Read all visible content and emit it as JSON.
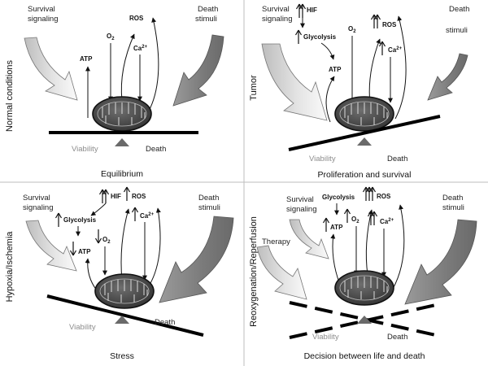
{
  "panels": [
    {
      "id": "normal",
      "side_label": "Normal conditions",
      "caption": "Equilibrium",
      "survival": [
        "Survival",
        "signaling"
      ],
      "death_stimuli": [
        "Death",
        "stimuli"
      ],
      "labels": {
        "atp": "ATP",
        "o2": "O",
        "o2_sub": "2",
        "ca": "Ca",
        "ca_sup": "2+",
        "ros": "ROS"
      },
      "viability": "Viability",
      "death": "Death"
    },
    {
      "id": "tumor",
      "side_label": "Tumor",
      "caption": "Proliferation and survival",
      "survival": [
        "Survival",
        "signaling"
      ],
      "death_stimuli": [
        "Death",
        "stimuli"
      ],
      "labels": {
        "hif": "HIF",
        "glycolysis": "Glycolysis",
        "atp": "ATP",
        "o2": "O",
        "o2_sub": "2",
        "ca": "Ca",
        "ca_sup": "2+",
        "ros": "ROS"
      },
      "viability": "Viability",
      "death": "Death"
    },
    {
      "id": "hypoxia",
      "side_label": "Hypoxia/Ischemia",
      "caption": "Stress",
      "survival": [
        "Survival",
        "signaling"
      ],
      "death_stimuli": [
        "Death",
        "stimuli"
      ],
      "labels": {
        "hif": "HIF",
        "ros": "ROS",
        "glycolysis": "Glycolysis",
        "atp": "ATP",
        "o2": "O",
        "o2_sub": "2",
        "ca": "Ca",
        "ca_sup": "2+"
      },
      "viability": "Viability",
      "death": "Death"
    },
    {
      "id": "reox",
      "side_label": "Reoxygenation/Reperfusion",
      "caption": "Decision between life and death",
      "survival": [
        "Survival",
        "signaling"
      ],
      "death_stimuli": [
        "Death",
        "stimuli"
      ],
      "therapy": "Therapy",
      "labels": {
        "glycolysis": "Glycolysis",
        "atp": "ATP",
        "o2": "O",
        "o2_sub": "2",
        "ca": "Ca",
        "ca_sup": "2+",
        "ros": "ROS"
      },
      "viability": "Viability",
      "death": "Death"
    }
  ]
}
